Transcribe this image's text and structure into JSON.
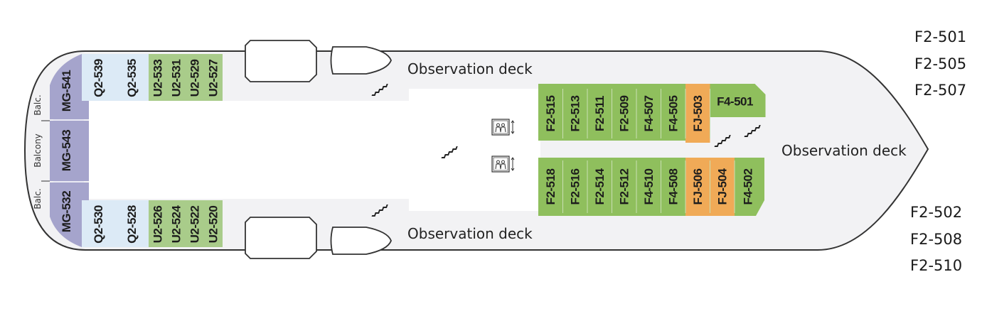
{
  "colors": {
    "hull_fill": "#f2f2f4",
    "hull_stroke": "#333333",
    "suite_purple": "#a5a4cc",
    "cabin_blue": "#dceaf6",
    "cabin_green": "#8fbf5d",
    "cabin_light_green": "#a9cc8a",
    "cabin_orange": "#f0aa57"
  },
  "deck_labels": {
    "top": "Observation deck",
    "bottom": "Observation deck",
    "bow": "Observation deck"
  },
  "balcony_labels": [
    "Balc.",
    "Balcony",
    "Balc."
  ],
  "stern_suites": [
    "MG-541",
    "MG-543",
    "MG-532"
  ],
  "aft_top_cabins": [
    "Q2-539",
    "Q2-535",
    "U2-533",
    "U2-531",
    "U2-529",
    "U2-527"
  ],
  "aft_bottom_cabins": [
    "Q2-530",
    "Q2-528",
    "U2-526",
    "U2-524",
    "U2-522",
    "U2-520"
  ],
  "fwd_top_cabins": [
    "F2-515",
    "F2-513",
    "F2-511",
    "F2-509",
    "F4-507",
    "F4-505",
    "FJ-503",
    "F4-501"
  ],
  "fwd_bottom_cabins": [
    "F2-518",
    "F2-516",
    "F2-514",
    "F2-512",
    "F4-510",
    "F4-508",
    "FJ-506",
    "FJ-504",
    "F4-502"
  ],
  "side_notes_top": [
    "F2-501",
    "F2-505",
    "F2-507"
  ],
  "side_notes_bottom": [
    "F2-502",
    "F2-508",
    "F2-510"
  ],
  "icons": {
    "stairs": "stairs-icon",
    "elevator": "elevator-icon"
  }
}
